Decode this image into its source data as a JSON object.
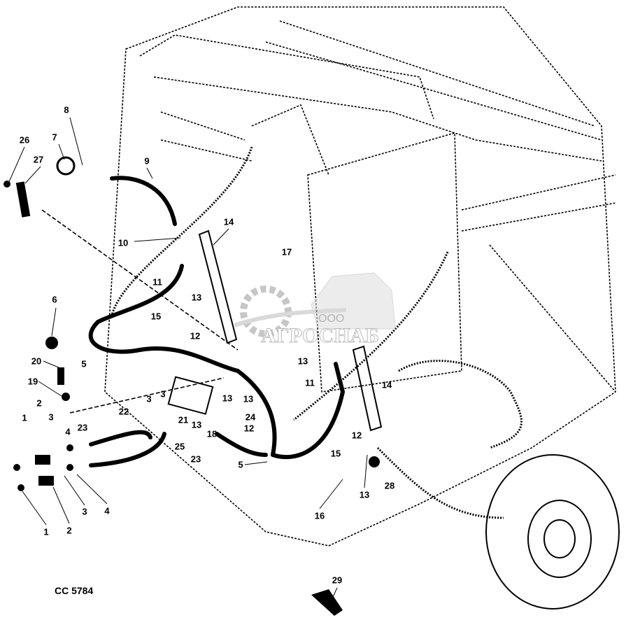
{
  "diagram_code": "CC 5784",
  "watermark": {
    "prefix": "ООО",
    "name": "АГРОСНАБ"
  },
  "labels": [
    "26",
    "27",
    "7",
    "8",
    "9",
    "10",
    "14",
    "17",
    "11",
    "13",
    "6",
    "15",
    "12",
    "5",
    "20",
    "19",
    "2",
    "3",
    "1",
    "4",
    "23",
    "22",
    "3",
    "3",
    "21",
    "13",
    "18",
    "25",
    "23",
    "13",
    "13",
    "24",
    "12",
    "5",
    "13",
    "11",
    "14",
    "12",
    "15",
    "13",
    "28",
    "16",
    "1",
    "2",
    "3",
    "4",
    "29"
  ]
}
